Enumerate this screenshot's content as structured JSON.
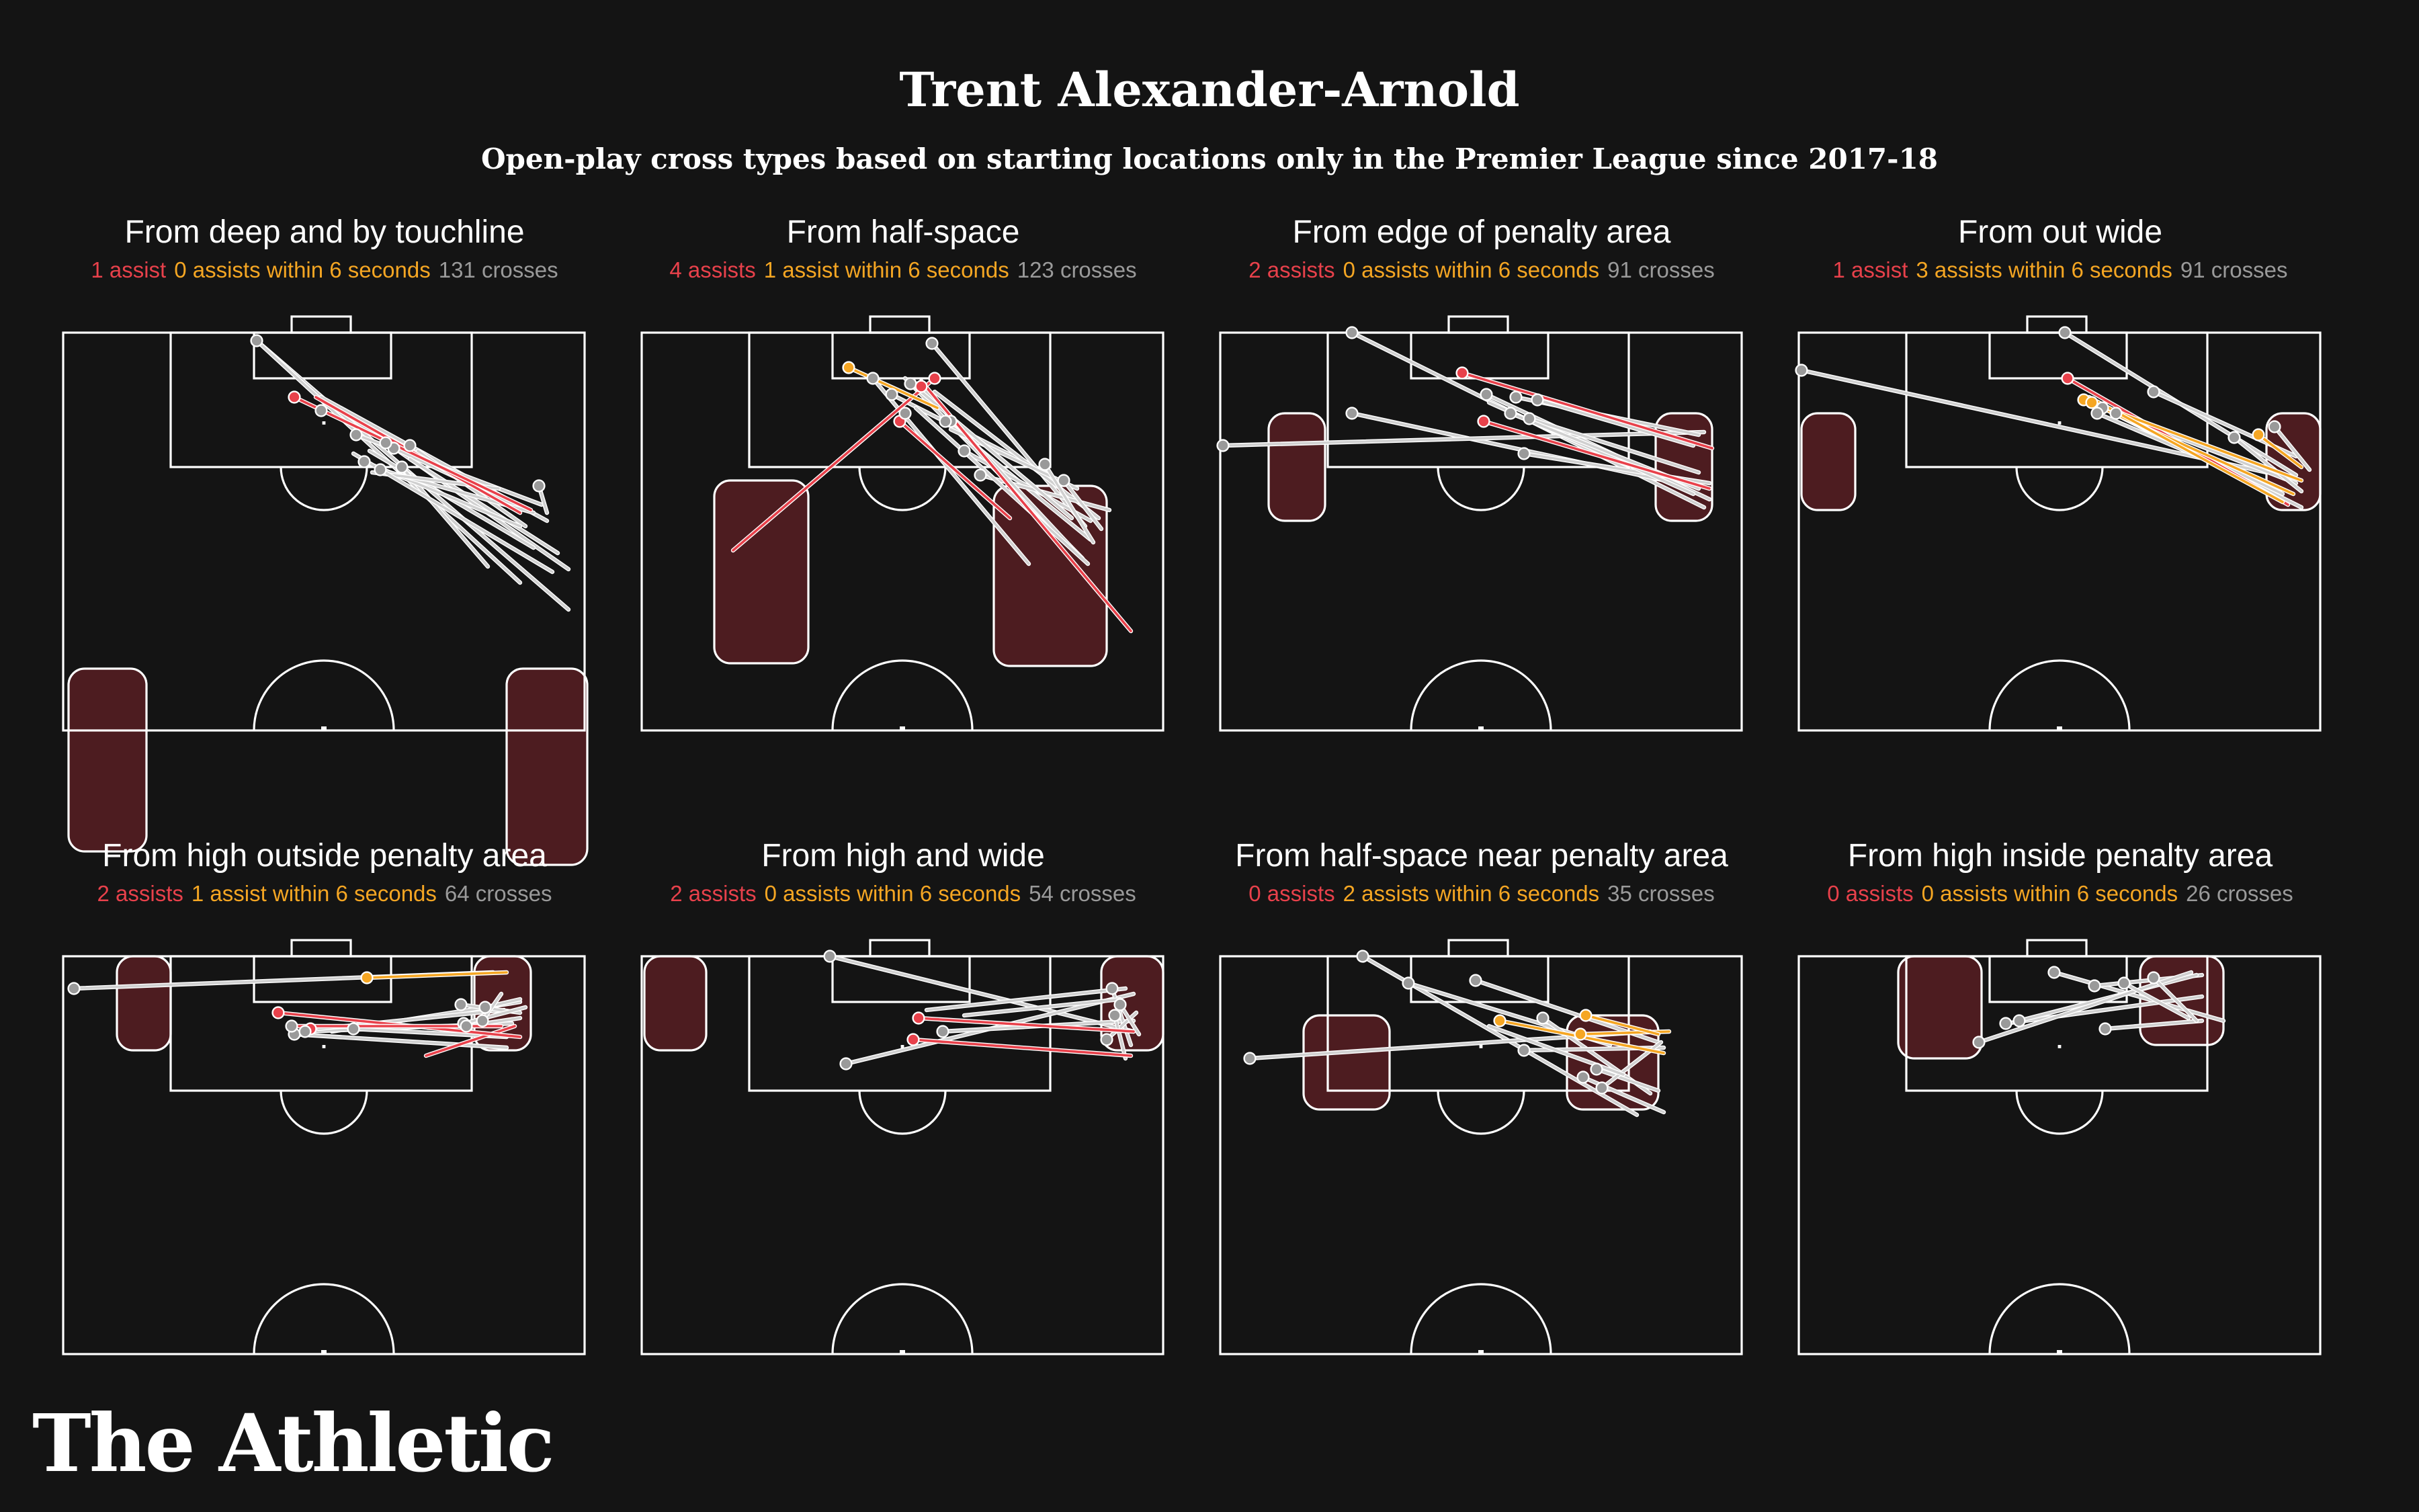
{
  "title": "Trent Alexander-Arnold",
  "subtitle": "Open-play cross types based on starting locations only in the Premier League since 2017-18",
  "brand": "The Athletic",
  "colors": {
    "background": "#141414",
    "assist": "#e8414b",
    "assist_within_6s": "#f5a623",
    "cross": "#9a9a9a",
    "target_zone": "#4d1c20"
  },
  "panels": [
    {
      "title": "From deep and by touchline",
      "assists": "1 assist",
      "within6": "0 assists within 6 seconds",
      "crosses": "131 crosses",
      "zones": [
        [
          2,
          125,
          29,
          68
        ],
        [
          165,
          125,
          30,
          73
        ]
      ],
      "lines": [
        [
          72,
          3,
          188,
          103,
          "g"
        ],
        [
          72,
          3,
          170,
          93,
          "g"
        ],
        [
          96,
          24,
          188,
          88,
          "g"
        ],
        [
          96,
          24,
          180,
          70,
          "g"
        ],
        [
          109,
          38,
          178,
          64,
          "g"
        ],
        [
          114,
          44,
          175,
          80,
          "g"
        ],
        [
          123,
          43,
          170,
          65,
          "g"
        ],
        [
          129,
          47,
          184,
          82,
          "g"
        ],
        [
          126,
          50,
          158,
          87,
          "g"
        ],
        [
          132,
          44,
          172,
          72,
          "g"
        ],
        [
          112,
          48,
          170,
          72,
          "g"
        ],
        [
          118,
          51,
          175,
          67,
          "g"
        ],
        [
          115,
          52,
          162,
          58,
          "g"
        ],
        [
          108,
          45,
          182,
          89,
          "g"
        ],
        [
          177,
          57,
          180,
          67,
          "g"
        ],
        [
          94,
          24,
          170,
          67,
          "r"
        ],
        [
          86,
          24,
          174,
          66,
          "r"
        ]
      ],
      "dots": [
        [
          72,
          3,
          "g"
        ],
        [
          86,
          24,
          "r"
        ],
        [
          96,
          29,
          "g"
        ],
        [
          109,
          38,
          "g"
        ],
        [
          123,
          43,
          "g"
        ],
        [
          129,
          42,
          "g"
        ],
        [
          112,
          48,
          "g"
        ],
        [
          118,
          51,
          "g"
        ],
        [
          126,
          50,
          "g"
        ],
        [
          120,
          41,
          "g"
        ],
        [
          177,
          57,
          "g"
        ]
      ]
    },
    {
      "title": "From half-space",
      "assists": "4 assists",
      "within6": "1 assist within 6 seconds",
      "crosses": "123 crosses",
      "zones": [
        [
          27,
          55,
          35,
          68
        ],
        [
          131,
          57,
          42,
          67
        ]
      ],
      "lines": [
        [
          104,
          18,
          182,
          111,
          "r"
        ],
        [
          109,
          17,
          34,
          81,
          "r"
        ],
        [
          96,
          33,
          137,
          69,
          "r"
        ],
        [
          93,
          23,
          152,
          53,
          "g"
        ],
        [
          86,
          17,
          144,
          86,
          "g"
        ],
        [
          100,
          19,
          164,
          84,
          "g"
        ],
        [
          108,
          4,
          165,
          72,
          "g"
        ],
        [
          113,
          33,
          167,
          77,
          "g"
        ],
        [
          109,
          22,
          170,
          69,
          "g"
        ],
        [
          115,
          36,
          162,
          58,
          "g"
        ],
        [
          120,
          44,
          167,
          70,
          "g"
        ],
        [
          126,
          53,
          174,
          66,
          "g"
        ],
        [
          104,
          20,
          160,
          80,
          "g"
        ],
        [
          102,
          28,
          166,
          86,
          "g"
        ],
        [
          150,
          49,
          168,
          78,
          "g"
        ],
        [
          157,
          55,
          171,
          73,
          "g"
        ],
        [
          98,
          17,
          160,
          69,
          "g"
        ],
        [
          77,
          13,
          110,
          28,
          "y"
        ]
      ],
      "dots": [
        [
          77,
          13,
          "y"
        ],
        [
          86,
          17,
          "g"
        ],
        [
          93,
          23,
          "g"
        ],
        [
          100,
          19,
          "g"
        ],
        [
          108,
          4,
          "g"
        ],
        [
          109,
          17,
          "r"
        ],
        [
          104,
          20,
          "r"
        ],
        [
          96,
          33,
          "r"
        ],
        [
          98,
          30,
          "g"
        ],
        [
          115,
          33,
          "g"
        ],
        [
          113,
          33,
          "g"
        ],
        [
          120,
          44,
          "g"
        ],
        [
          126,
          53,
          "g"
        ],
        [
          150,
          49,
          "g"
        ],
        [
          157,
          55,
          "g"
        ]
      ]
    },
    {
      "title": "From edge of penalty area",
      "assists": "2 assists",
      "within6": "0 assists within 6 seconds",
      "crosses": "91 crosses",
      "zones": [
        [
          18,
          30,
          21,
          40
        ],
        [
          162,
          30,
          21,
          40
        ]
      ],
      "lines": [
        [
          49,
          0,
          180,
          65,
          "g"
        ],
        [
          49,
          30,
          170,
          56,
          "g"
        ],
        [
          90,
          15,
          183,
          43,
          "r"
        ],
        [
          98,
          33,
          182,
          58,
          "r"
        ],
        [
          99,
          23,
          182,
          62,
          "g"
        ],
        [
          1,
          42,
          180,
          37,
          "g"
        ],
        [
          110,
          24,
          178,
          38,
          "g"
        ],
        [
          115,
          32,
          178,
          52,
          "g"
        ],
        [
          118,
          25,
          176,
          42,
          "g"
        ],
        [
          113,
          45,
          182,
          56,
          "g"
        ],
        [
          100,
          26,
          176,
          60,
          "g"
        ],
        [
          108,
          30,
          178,
          58,
          "g"
        ]
      ],
      "dots": [
        [
          49,
          0,
          "g"
        ],
        [
          49,
          30,
          "g"
        ],
        [
          1,
          42,
          "g"
        ],
        [
          90,
          15,
          "r"
        ],
        [
          98,
          33,
          "r"
        ],
        [
          99,
          23,
          "g"
        ],
        [
          110,
          24,
          "g"
        ],
        [
          115,
          32,
          "g"
        ],
        [
          118,
          25,
          "g"
        ],
        [
          113,
          45,
          "g"
        ],
        [
          108,
          30,
          "g"
        ]
      ]
    },
    {
      "title": "From out wide",
      "assists": "1 assist",
      "within6": "3 assists within 6 seconds",
      "crosses": "91 crosses",
      "zones": [
        [
          1,
          30,
          20,
          36
        ],
        [
          174,
          30,
          20,
          36
        ]
      ],
      "lines": [
        [
          1,
          14,
          174,
          52,
          "g"
        ],
        [
          99,
          0,
          185,
          53,
          "g"
        ],
        [
          132,
          22,
          185,
          46,
          "g"
        ],
        [
          100,
          17,
          182,
          64,
          "r"
        ],
        [
          106,
          25,
          184,
          60,
          "y"
        ],
        [
          109,
          26,
          187,
          55,
          "y"
        ],
        [
          108,
          24,
          180,
          63,
          "y"
        ],
        [
          113,
          28,
          187,
          65,
          "g"
        ],
        [
          118,
          30,
          185,
          56,
          "g"
        ],
        [
          111,
          30,
          179,
          59,
          "g"
        ],
        [
          177,
          35,
          190,
          51,
          "g"
        ],
        [
          162,
          39,
          187,
          59,
          "g"
        ],
        [
          171,
          38,
          187,
          50,
          "y"
        ],
        [
          115,
          29,
          180,
          60,
          "g"
        ]
      ],
      "dots": [
        [
          1,
          14,
          "g"
        ],
        [
          99,
          0,
          "g"
        ],
        [
          132,
          22,
          "g"
        ],
        [
          100,
          17,
          "r"
        ],
        [
          106,
          25,
          "y"
        ],
        [
          109,
          26,
          "y"
        ],
        [
          113,
          28,
          "g"
        ],
        [
          118,
          30,
          "g"
        ],
        [
          111,
          30,
          "g"
        ],
        [
          177,
          35,
          "g"
        ],
        [
          162,
          39,
          "g"
        ],
        [
          171,
          38,
          "y"
        ]
      ]
    },
    {
      "title": "From high outside penalty area",
      "assists": "2 assists",
      "within6": "1 assist within 6 seconds",
      "crosses": "64 crosses",
      "zones": [
        [
          20,
          0,
          20,
          35
        ],
        [
          153,
          0,
          21,
          35
        ]
      ],
      "lines": [
        [
          4,
          12,
          160,
          6,
          "g"
        ],
        [
          113,
          8,
          165,
          6,
          "y"
        ],
        [
          100,
          28,
          170,
          17,
          "g"
        ],
        [
          135,
          37,
          168,
          26,
          "r"
        ],
        [
          80,
          21,
          170,
          30,
          "r"
        ],
        [
          85,
          26,
          163,
          26,
          "r"
        ],
        [
          86,
          29,
          165,
          34,
          "g"
        ],
        [
          90,
          28,
          167,
          25,
          "g"
        ],
        [
          95,
          27,
          164,
          20,
          "g"
        ],
        [
          108,
          27,
          165,
          30,
          "g"
        ],
        [
          148,
          18,
          170,
          21,
          "g"
        ],
        [
          149,
          25,
          172,
          19,
          "g"
        ],
        [
          150,
          26,
          170,
          23,
          "g"
        ],
        [
          157,
          19,
          170,
          16,
          "g"
        ],
        [
          156,
          24,
          163,
          14,
          "g"
        ]
      ],
      "dots": [
        [
          4,
          12,
          "g"
        ],
        [
          113,
          8,
          "y"
        ],
        [
          80,
          21,
          "r"
        ],
        [
          92,
          27,
          "r"
        ],
        [
          86,
          29,
          "g"
        ],
        [
          90,
          28,
          "g"
        ],
        [
          85,
          26,
          "g"
        ],
        [
          108,
          27,
          "g"
        ],
        [
          148,
          18,
          "g"
        ],
        [
          149,
          25,
          "g"
        ],
        [
          150,
          26,
          "g"
        ],
        [
          157,
          19,
          "g"
        ],
        [
          156,
          24,
          "g"
        ]
      ]
    },
    {
      "title": "From high and wide",
      "assists": "2 assists",
      "within6": "0 assists within 6 seconds",
      "crosses": "54 crosses",
      "zones": [
        [
          1,
          0,
          23,
          35
        ],
        [
          171,
          0,
          23,
          35
        ]
      ],
      "lines": [
        [
          70,
          0,
          183,
          28,
          "g"
        ],
        [
          103,
          23,
          183,
          28,
          "r"
        ],
        [
          101,
          31,
          182,
          37,
          "r"
        ],
        [
          76,
          40,
          183,
          14,
          "g"
        ],
        [
          112,
          28,
          183,
          24,
          "g"
        ],
        [
          175,
          12,
          182,
          33,
          "g"
        ],
        [
          173,
          31,
          184,
          21,
          "g"
        ],
        [
          178,
          18,
          185,
          29,
          "g"
        ],
        [
          176,
          22,
          180,
          38,
          "g"
        ],
        [
          106,
          20,
          180,
          12,
          "g"
        ],
        [
          120,
          22,
          178,
          16,
          "g"
        ]
      ],
      "dots": [
        [
          70,
          0,
          "g"
        ],
        [
          103,
          23,
          "r"
        ],
        [
          101,
          31,
          "r"
        ],
        [
          76,
          40,
          "g"
        ],
        [
          112,
          28,
          "g"
        ],
        [
          175,
          12,
          "g"
        ],
        [
          173,
          31,
          "g"
        ],
        [
          178,
          18,
          "g"
        ],
        [
          176,
          22,
          "g"
        ]
      ]
    },
    {
      "title": "From half-space near penalty area",
      "assists": "0 assists",
      "within6": "2 assists within 6 seconds",
      "crosses": "35 crosses",
      "zones": [
        [
          31,
          22,
          32,
          35
        ],
        [
          129,
          22,
          34,
          35
        ]
      ],
      "lines": [
        [
          53,
          0,
          155,
          59,
          "g"
        ],
        [
          70,
          10,
          145,
          33,
          "g"
        ],
        [
          95,
          9,
          163,
          32,
          "g"
        ],
        [
          104,
          24,
          165,
          36,
          "y"
        ],
        [
          134,
          29,
          167,
          28,
          "y"
        ],
        [
          136,
          22,
          163,
          29,
          "y"
        ],
        [
          11,
          38,
          160,
          28,
          "g"
        ],
        [
          120,
          23,
          160,
          51,
          "g"
        ],
        [
          113,
          35,
          165,
          34,
          "g"
        ],
        [
          135,
          45,
          165,
          58,
          "g"
        ],
        [
          140,
          42,
          163,
          50,
          "g"
        ],
        [
          142,
          49,
          164,
          32,
          "g"
        ],
        [
          100,
          26,
          150,
          44,
          "g"
        ]
      ],
      "dots": [
        [
          53,
          0,
          "g"
        ],
        [
          70,
          10,
          "g"
        ],
        [
          95,
          9,
          "g"
        ],
        [
          104,
          24,
          "y"
        ],
        [
          134,
          29,
          "y"
        ],
        [
          136,
          22,
          "y"
        ],
        [
          11,
          38,
          "g"
        ],
        [
          120,
          23,
          "g"
        ],
        [
          113,
          35,
          "g"
        ],
        [
          135,
          45,
          "g"
        ],
        [
          140,
          42,
          "g"
        ],
        [
          142,
          49,
          "g"
        ]
      ]
    },
    {
      "title": "From high inside penalty area",
      "assists": "0 assists",
      "within6": "0 assists within 6 seconds",
      "crosses": "26 crosses",
      "zones": [
        [
          37,
          0,
          31,
          38
        ],
        [
          127,
          0,
          31,
          33
        ]
      ],
      "lines": [
        [
          95,
          6,
          158,
          24,
          "g"
        ],
        [
          110,
          11,
          150,
          7,
          "g"
        ],
        [
          77,
          25,
          150,
          15,
          "g"
        ],
        [
          82,
          24,
          148,
          7,
          "g"
        ],
        [
          114,
          27,
          150,
          24,
          "g"
        ],
        [
          67,
          32,
          146,
          6,
          "g"
        ],
        [
          132,
          8,
          148,
          24,
          "g"
        ],
        [
          121,
          10,
          145,
          23,
          "g"
        ]
      ],
      "dots": [
        [
          95,
          6,
          "g"
        ],
        [
          110,
          11,
          "g"
        ],
        [
          77,
          25,
          "g"
        ],
        [
          82,
          24,
          "g"
        ],
        [
          114,
          27,
          "g"
        ],
        [
          67,
          32,
          "g"
        ],
        [
          132,
          8,
          "g"
        ],
        [
          121,
          10,
          "g"
        ]
      ]
    }
  ]
}
